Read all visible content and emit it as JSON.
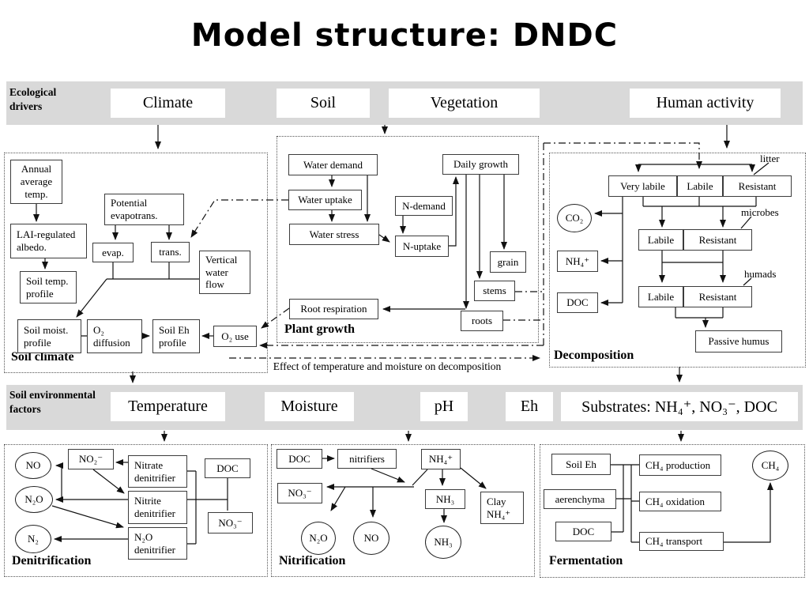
{
  "title": "Model structure: DNDC",
  "drivers": {
    "label": "Ecological drivers",
    "items": [
      "Climate",
      "Soil",
      "Vegetation",
      "Human activity"
    ]
  },
  "factors": {
    "label": "Soil environmental factors",
    "items": [
      "Temperature",
      "Moisture",
      "pH",
      "Eh",
      "Substrates: NH₄⁺, NO₃⁻, DOC"
    ]
  },
  "soil_climate": {
    "label": "Soil climate",
    "annual_avg_temp": "Annual average temp.",
    "lai_albedo": "LAI-regulated albedo.",
    "potential_evapo": "Potential evapotrans.",
    "evap": "evap.",
    "trans": "trans.",
    "vertical_water_flow": "Vertical water flow",
    "soil_temp_profile": "Soil temp. profile",
    "soil_moist_profile": "Soil moist. profile",
    "o2_diffusion": "O₂ diffusion",
    "soil_eh_profile": "Soil Eh profile",
    "o2_use": "O₂ use"
  },
  "plant_growth": {
    "label": "Plant growth",
    "water_demand": "Water demand",
    "water_uptake": "Water uptake",
    "water_stress": "Water stress",
    "n_demand": "N-demand",
    "n_uptake": "N-uptake",
    "daily_growth": "Daily growth",
    "grain": "grain",
    "stems": "stems",
    "roots": "roots",
    "root_respiration": "Root respiration"
  },
  "decomposition": {
    "label": "Decomposition",
    "litter": [
      "Very labile",
      "Labile",
      "Resistant"
    ],
    "microbes": [
      "Labile",
      "Resistant"
    ],
    "humads": [
      "Labile",
      "Resistant"
    ],
    "co2": "CO₂",
    "nh4": "NH₄⁺",
    "doc": "DOC",
    "passive_humus": "Passive humus",
    "ann_litter": "litter",
    "ann_microbes": "microbes",
    "ann_humads": "humads"
  },
  "denitrification": {
    "label": "Denitrification",
    "no": "NO",
    "n2o": "N₂O",
    "n2": "N₂",
    "no2": "NO₂⁻",
    "nitrate_denitrifier": "Nitrate denitrifier",
    "nitrite_denitrifier": "Nitrite denitrifier",
    "n2o_denitrifier": "N₂O denitrifier",
    "doc": "DOC",
    "no3": "NO₃⁻"
  },
  "nitrification": {
    "label": "Nitrification",
    "doc": "DOC",
    "nitrifiers": "nitrifiers",
    "nh4": "NH₄⁺",
    "no3": "NO₃⁻",
    "nh3_box": "NH₃",
    "clay_nh4": "Clay NH₄⁺",
    "n2o": "N₂O",
    "no": "NO",
    "nh3": "NH₃"
  },
  "fermentation": {
    "label": "Fermentation",
    "soil_eh": "Soil Eh",
    "aerenchyma": "aerenchyma",
    "doc": "DOC",
    "ch4_production": "CH₄ production",
    "ch4_oxidation": "CH₄ oxidation",
    "ch4_transport": "CH₄ transport",
    "ch4": "CH₄"
  },
  "connector": {
    "effect_label": "Effect of temperature and moisture on decomposition"
  },
  "colors": {
    "band_bg": "#d9d9d9",
    "line": "#111111",
    "box_border": "#3c3c3c"
  }
}
